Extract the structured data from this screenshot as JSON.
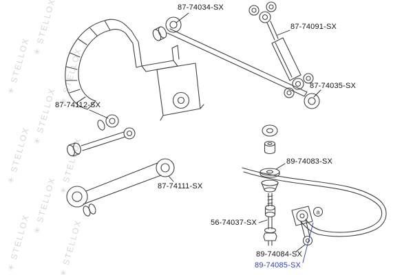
{
  "colors": {
    "label": "#111111",
    "highlight": "#2b3cc8",
    "line": "#3f3f3f",
    "leader": "#222222",
    "watermark": "#d5d5d5",
    "background": "#ffffff"
  },
  "watermark": {
    "text": "✳ STELLOX"
  },
  "diagram": {
    "marker_a": "a"
  },
  "parts": [
    {
      "label": "87-74034-SX"
    },
    {
      "label": "87-74091-SX"
    },
    {
      "label": "87-74035-SX"
    },
    {
      "label": "87-74112-SX"
    },
    {
      "label": "87-74111-SX"
    },
    {
      "label": "89-74083-SX"
    },
    {
      "label": "56-74037-SX"
    },
    {
      "label": "89-74084-SX"
    },
    {
      "label": "89-74085-SX"
    }
  ]
}
